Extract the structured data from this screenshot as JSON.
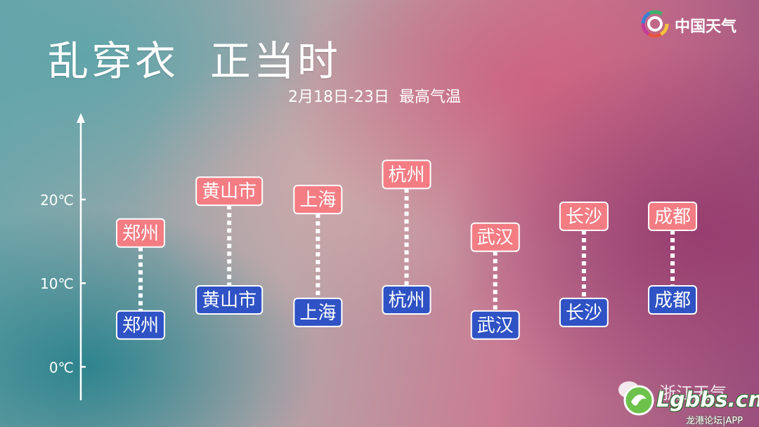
{
  "header": {
    "title": "乱穿衣  正当时",
    "subtitle": "2月18日-23日  最高气温"
  },
  "brand": {
    "icon": "weather-swirl-logo-icon",
    "name": "中国天气"
  },
  "watermarks": {
    "wechat_icon": "wechat-icon",
    "wechat_label": "浙江天气",
    "site_logo_icon": "longgang-bbs-logo-icon",
    "site_text": "Lgbbs.cn",
    "site_subtext": "龙港论坛|APP"
  },
  "colors": {
    "high_box": "#f47c83",
    "low_box": "#2f52c4",
    "connector": "#ffffff",
    "axis": "#ffffff"
  },
  "chart_data": {
    "type": "range",
    "title": "乱穿衣  正当时",
    "subtitle": "2月18日-23日  最高气温",
    "y_unit": "℃",
    "ylim": [
      -4,
      30
    ],
    "y_ticks": [
      {
        "value": 0,
        "label": "0℃"
      },
      {
        "value": 10,
        "label": "10℃"
      },
      {
        "value": 20,
        "label": "20℃"
      }
    ],
    "categories": [
      "郑州",
      "黄山市",
      "上海",
      "杭州",
      "武汉",
      "长沙",
      "成都"
    ],
    "series": [
      {
        "role": "high",
        "values": [
          16,
          21,
          20,
          23,
          15.5,
          18,
          18
        ]
      },
      {
        "role": "low",
        "values": [
          5,
          8,
          6.5,
          8,
          5,
          6.5,
          8
        ]
      }
    ],
    "grid": false,
    "legend": "none"
  }
}
